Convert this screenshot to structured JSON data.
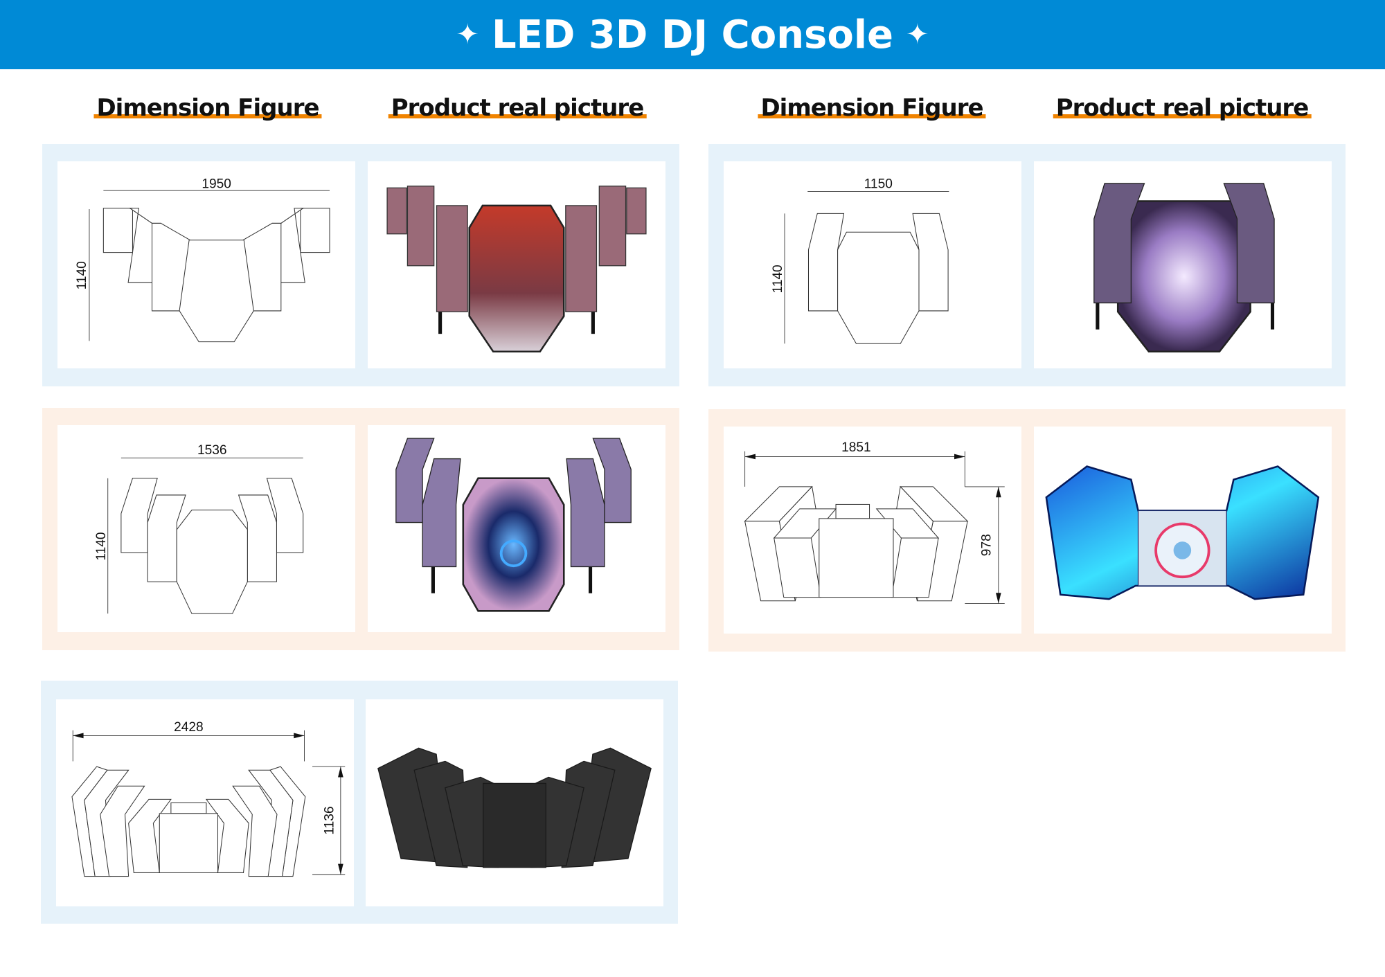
{
  "header": {
    "title": "LED 3D DJ Console",
    "star_icon": "✦"
  },
  "headings": {
    "left_dimension": "Dimension Figure",
    "left_product": "Product real picture",
    "right_dimension": "Dimension Figure",
    "right_product": "Product real picture"
  },
  "models": [
    {
      "width": "1950",
      "height": "1140"
    },
    {
      "width": "1150",
      "height": "1140"
    },
    {
      "width": "1536",
      "height": "1140"
    },
    {
      "width": "1851",
      "height": "978"
    },
    {
      "width": "2428",
      "height": "1136"
    }
  ],
  "colors": {
    "header": "#008ad6",
    "underline": "#f08300",
    "panel_blue": "#e6f2fa",
    "panel_peach": "#fdf0e6"
  }
}
